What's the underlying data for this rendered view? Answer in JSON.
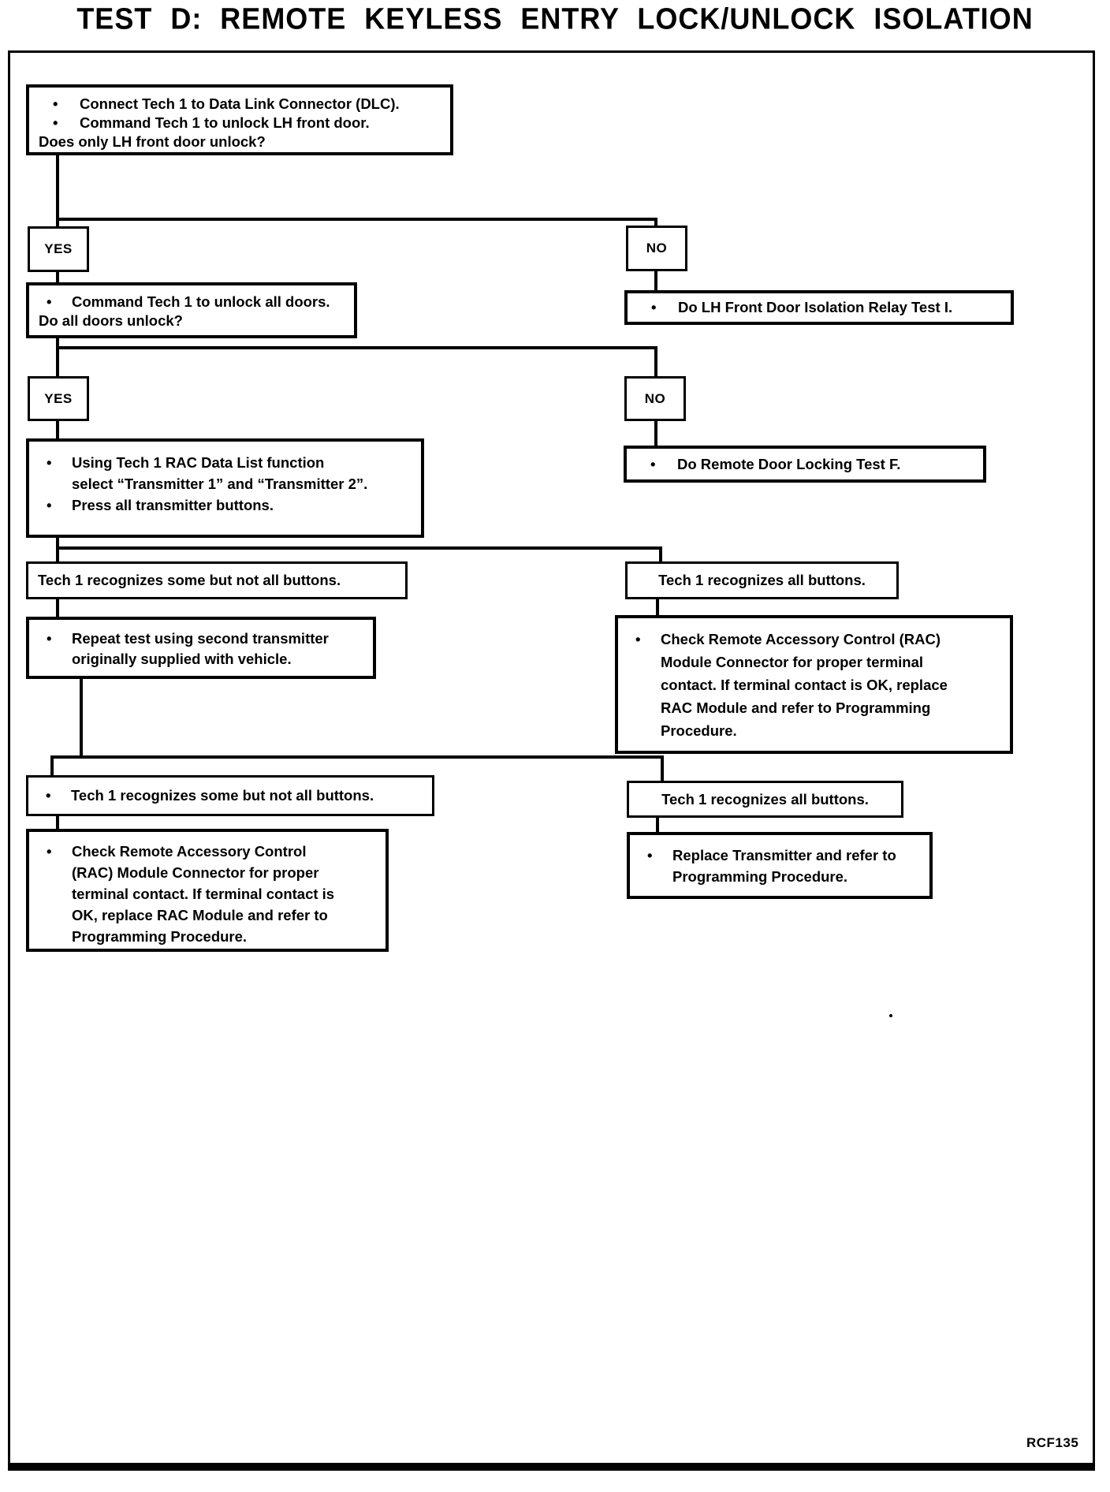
{
  "title": "TEST D: REMOTE KEYLESS ENTRY LOCK/UNLOCK ISOLATION",
  "figure_code": "RCF135",
  "glyphs": {
    "bullet": "•"
  },
  "nodes": {
    "start": {
      "lines": [
        "Connect Tech 1 to Data Link Connector (DLC).",
        "Command Tech 1 to unlock LH front door.",
        "Does only LH front door unlock?"
      ]
    },
    "yes1": {
      "label": "YES"
    },
    "no1": {
      "label": "NO"
    },
    "unlock_all": {
      "lines": [
        "Command Tech 1 to unlock all doors.",
        "Do all doors unlock?"
      ]
    },
    "lh_isolation": {
      "lines": [
        "Do LH Front Door Isolation Relay Test I."
      ]
    },
    "yes2": {
      "label": "YES"
    },
    "no2": {
      "label": "NO"
    },
    "rac_data_list": {
      "lines": [
        "Using Tech 1 RAC Data List function",
        "select “Transmitter 1” and “Transmitter 2”.",
        "Press all transmitter buttons."
      ]
    },
    "remote_locking": {
      "lines": [
        "Do Remote Door Locking Test F."
      ]
    },
    "some_not_all_1": {
      "lines": [
        "Tech 1 recognizes some but not all buttons."
      ]
    },
    "all_buttons_1": {
      "lines": [
        "Tech 1 recognizes all buttons."
      ]
    },
    "repeat_test": {
      "lines": [
        "Repeat test using second transmitter",
        "originally supplied with vehicle."
      ]
    },
    "check_rac_1": {
      "lines": [
        "Check Remote Accessory Control (RAC)",
        "Module Connector for proper terminal",
        "contact. If terminal contact is OK, replace",
        "RAC Module and refer to Programming",
        "Procedure."
      ]
    },
    "some_not_all_2": {
      "lines": [
        "Tech 1 recognizes some but not all buttons."
      ]
    },
    "all_buttons_2": {
      "lines": [
        "Tech 1 recognizes all buttons."
      ]
    },
    "check_rac_2": {
      "lines": [
        "Check Remote Accessory Control",
        "(RAC) Module Connector for proper",
        "terminal contact. If terminal contact is",
        "OK, replace RAC Module and refer to",
        "Programming Procedure."
      ]
    },
    "replace_transmitter": {
      "lines": [
        "Replace Transmitter and refer to",
        "Programming Procedure."
      ]
    }
  }
}
